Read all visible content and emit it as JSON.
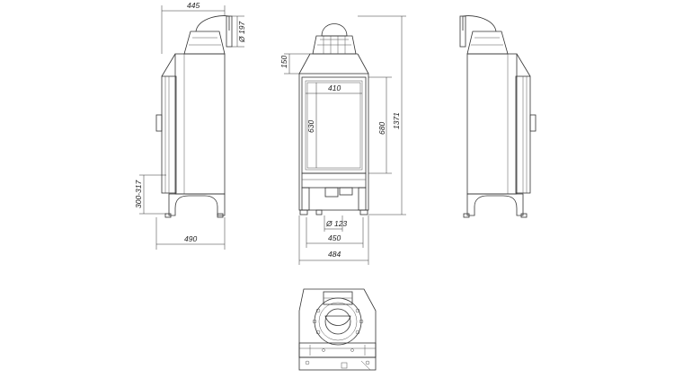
{
  "drawing": {
    "dimensions": {
      "top_depth": "445",
      "flue_diameter": "Ø 197",
      "top_offset": "150",
      "door_width": "410",
      "door_height_inner": "630",
      "door_height_outer": "680",
      "total_height": "1371",
      "leg_height_range": "300-317",
      "side_depth": "490",
      "air_inlet_diameter": "Ø 123",
      "leg_span": "450",
      "total_width": "484"
    }
  }
}
